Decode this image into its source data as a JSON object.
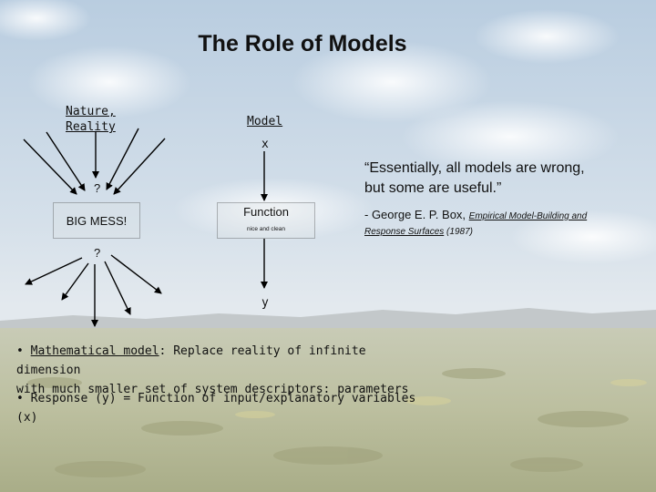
{
  "slide": {
    "title": "The Role of Models",
    "nature_label_line1": "Nature,",
    "nature_label_line2": "Reality",
    "model_label": "Model",
    "x_label": "x",
    "question_top": "?",
    "question_bottom": "?",
    "big_mess": "BIG MESS!",
    "function_label": "Function",
    "nice_clean": "nice and clean",
    "y_label": "y",
    "quote_line1": "“Essentially, all models are wrong,",
    "quote_line2": "but some are useful.”",
    "cite_prefix": "- George E. P. Box, ",
    "cite_book_part1": "Empirical Model-Building and",
    "cite_book_part2": "Response Surfaces",
    "cite_year": " (1987)",
    "bullet1_prefix": "• ",
    "bullet1_term": "Mathematical model",
    "bullet1_line1": ": Replace reality of infinite dimension",
    "bullet1_line2": "with much smaller set of system descriptors: parameters",
    "bullet2": "• Response (y) = Function of input/explanatory variables (x)"
  }
}
